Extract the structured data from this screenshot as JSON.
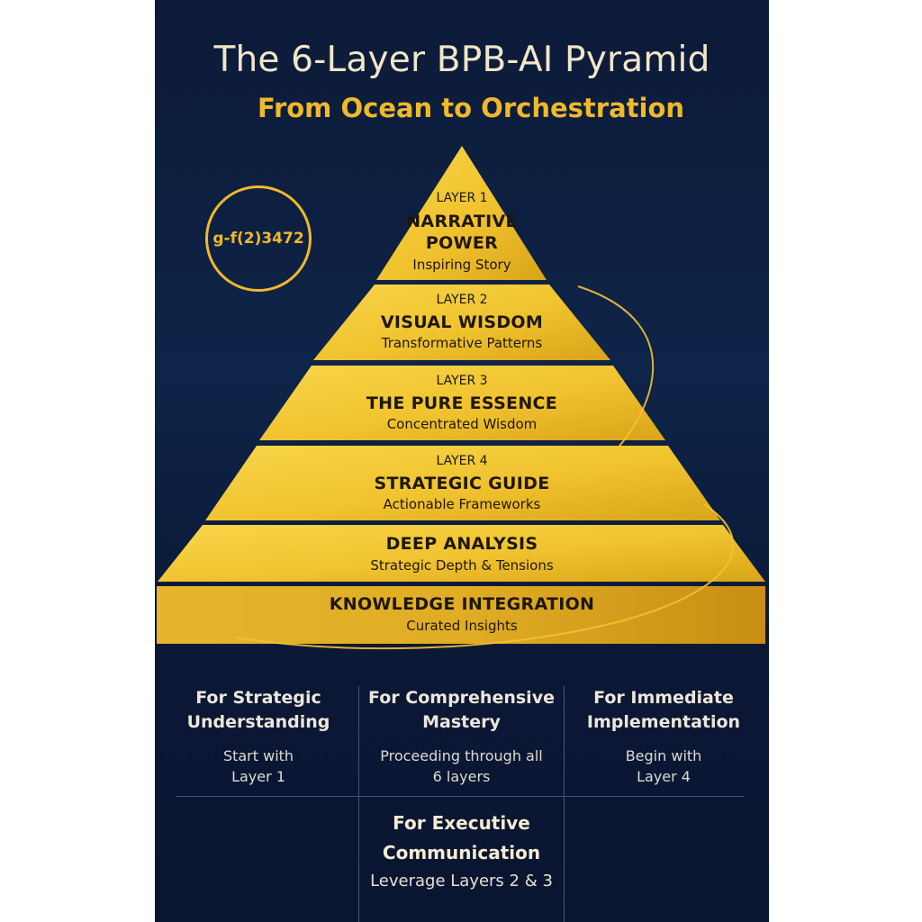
{
  "header": {
    "title": "The 6-Layer BPB-AI Pyramid",
    "subtitle": "From Ocean to Orchestration"
  },
  "badge": {
    "label": "g-f(2)3472"
  },
  "colors": {
    "background": "#0d1a38",
    "gold": "#f0b92a",
    "pyramid_light": "#f5cf3a",
    "pyramid_dark": "#d9a419"
  },
  "layers": [
    {
      "tag": "LAYER 1",
      "name_line1": "NARRATIVE",
      "name_line2": "POWER",
      "desc": "Inspiring Story"
    },
    {
      "tag": "LAYER 2",
      "name": "VISUAL WISDOM",
      "desc": "Transformative Patterns"
    },
    {
      "tag": "LAYER 3",
      "name": "THE PURE ESSENCE",
      "desc": "Concentrated Wisdom"
    },
    {
      "tag": "LAYER 4",
      "name": "STRATEGIC GUIDE",
      "desc": "Actionable Frameworks"
    },
    {
      "name": "DEEP ANALYSIS",
      "desc": "Strategic Depth & Tensions"
    },
    {
      "name": "KNOWLEDGE INTEGRATION",
      "desc": "Curated Insights"
    }
  ],
  "guides": [
    {
      "heading_line1": "For Strategic",
      "heading_line2": "Understanding",
      "body_line1": "Start with",
      "body_line2": "Layer 1"
    },
    {
      "heading_line1": "For Comprehensive",
      "heading_line2": "Mastery",
      "body_line1": "Proceeding through all",
      "body_line2": "6 layers"
    },
    {
      "heading_line1": "For Immediate",
      "heading_line2": "Implementation",
      "body_line1": "Begin with",
      "body_line2": "Layer 4"
    }
  ],
  "executive": {
    "heading_line1": "For Executive",
    "heading_line2": "Communication",
    "body": "Leverage Layers 2 & 3"
  }
}
